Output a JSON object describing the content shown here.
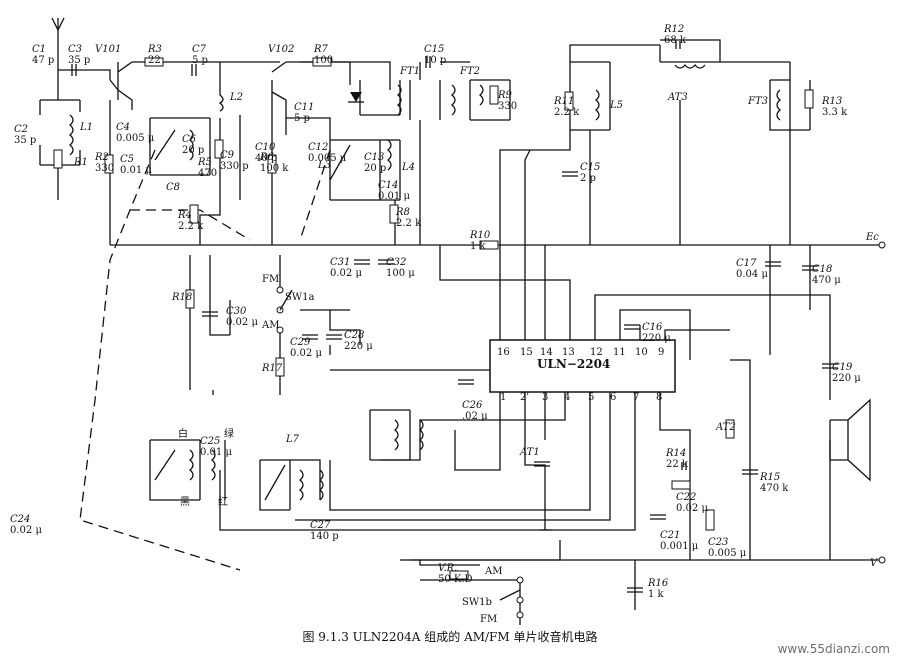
{
  "caption": "图 9.1.3  ULN2204A 组成的 AM/FM 单片收音机电路",
  "watermark": "www.55dianzi.com",
  "chip": {
    "name": "ULN−2204",
    "top_pins": [
      "16",
      "15",
      "14",
      "13",
      "12",
      "11",
      "10",
      "9"
    ],
    "bottom_pins": [
      "1",
      "2'",
      "3",
      "4",
      "5",
      "6",
      "7",
      "8"
    ]
  },
  "terminals": {
    "ec": "Ec",
    "v": "V"
  },
  "switch": {
    "fm": "FM",
    "am": "AM",
    "sw1a": "SW1a",
    "sw1b": "SW1b",
    "fm2": "FM",
    "am2": "AM"
  },
  "coil_labels": {
    "white": "白",
    "black": "黑",
    "green": "绿",
    "red": "红"
  },
  "components": [
    {
      "ref": "C1",
      "value": "47 p"
    },
    {
      "ref": "C2",
      "value": "35 p"
    },
    {
      "ref": "C3",
      "value": "35 p"
    },
    {
      "ref": "L1",
      "value": ""
    },
    {
      "ref": "R1",
      "value": ""
    },
    {
      "ref": "R2",
      "value": "330"
    },
    {
      "ref": "V101",
      "value": ""
    },
    {
      "ref": "R3",
      "value": "22"
    },
    {
      "ref": "C4",
      "value": "0.005 μ"
    },
    {
      "ref": "C5",
      "value": "0.01 μ"
    },
    {
      "ref": "C6",
      "value": "20 p"
    },
    {
      "ref": "C7",
      "value": "5 p"
    },
    {
      "ref": "C8",
      "value": ""
    },
    {
      "ref": "L2",
      "value": ""
    },
    {
      "ref": "R4",
      "value": "2.2 k"
    },
    {
      "ref": "R5",
      "value": "470"
    },
    {
      "ref": "C9",
      "value": "330 p"
    },
    {
      "ref": "C10",
      "value": "40 p"
    },
    {
      "ref": "V102",
      "value": ""
    },
    {
      "ref": "R6",
      "value": "100 k"
    },
    {
      "ref": "R7",
      "value": "100"
    },
    {
      "ref": "C11",
      "value": "5 p"
    },
    {
      "ref": "C12",
      "value": "0.005 μ"
    },
    {
      "ref": "C13",
      "value": "20 p"
    },
    {
      "ref": "C14",
      "value": "0.01 μ"
    },
    {
      "ref": "L3",
      "value": ""
    },
    {
      "ref": "L4",
      "value": ""
    },
    {
      "ref": "R8",
      "value": "2.2 k"
    },
    {
      "ref": "FT1",
      "value": ""
    },
    {
      "ref": "FT2",
      "value": ""
    },
    {
      "ref": "C15",
      "value": "10 p"
    },
    {
      "ref": "R9",
      "value": "330"
    },
    {
      "ref": "C31",
      "value": "0.02 μ"
    },
    {
      "ref": "C32",
      "value": "100 μ"
    },
    {
      "ref": "R10",
      "value": "1 k"
    },
    {
      "ref": "R12",
      "value": "68 k"
    },
    {
      "ref": "AT3",
      "value": ""
    },
    {
      "ref": "R11",
      "value": "2.2 k"
    },
    {
      "ref": "L5",
      "value": ""
    },
    {
      "ref": "C15",
      "value": "2 p"
    },
    {
      "ref": "FT3",
      "value": ""
    },
    {
      "ref": "R13",
      "value": "3.3 k"
    },
    {
      "ref": "C17",
      "value": "0.04 μ"
    },
    {
      "ref": "C18",
      "value": "470 μ"
    },
    {
      "ref": "R18",
      "value": ""
    },
    {
      "ref": "C30",
      "value": "0.02 μ"
    },
    {
      "ref": "C29",
      "value": "0.02 μ"
    },
    {
      "ref": "C28",
      "value": "220 μ"
    },
    {
      "ref": "R17",
      "value": ""
    },
    {
      "ref": "C16",
      "value": "220 μ"
    },
    {
      "ref": "C19",
      "value": "220 μ"
    },
    {
      "ref": "C26",
      "value": ".02 μ"
    },
    {
      "ref": "AT1",
      "value": ""
    },
    {
      "ref": "C25",
      "value": "0.01 μ"
    },
    {
      "ref": "L7",
      "value": ""
    },
    {
      "ref": "C27",
      "value": "140 p"
    },
    {
      "ref": "AT2",
      "value": ""
    },
    {
      "ref": "R14",
      "value": "22 k"
    },
    {
      "ref": "C22",
      "value": "0.02 μ"
    },
    {
      "ref": "R15",
      "value": "470 k"
    },
    {
      "ref": "C21",
      "value": "0.001 μ"
    },
    {
      "ref": "C23",
      "value": "0.005 μ"
    },
    {
      "ref": "V.R.",
      "value": "50 K.D"
    },
    {
      "ref": "R16",
      "value": "1 k"
    },
    {
      "ref": "C24",
      "value": "0.02 μ"
    }
  ]
}
